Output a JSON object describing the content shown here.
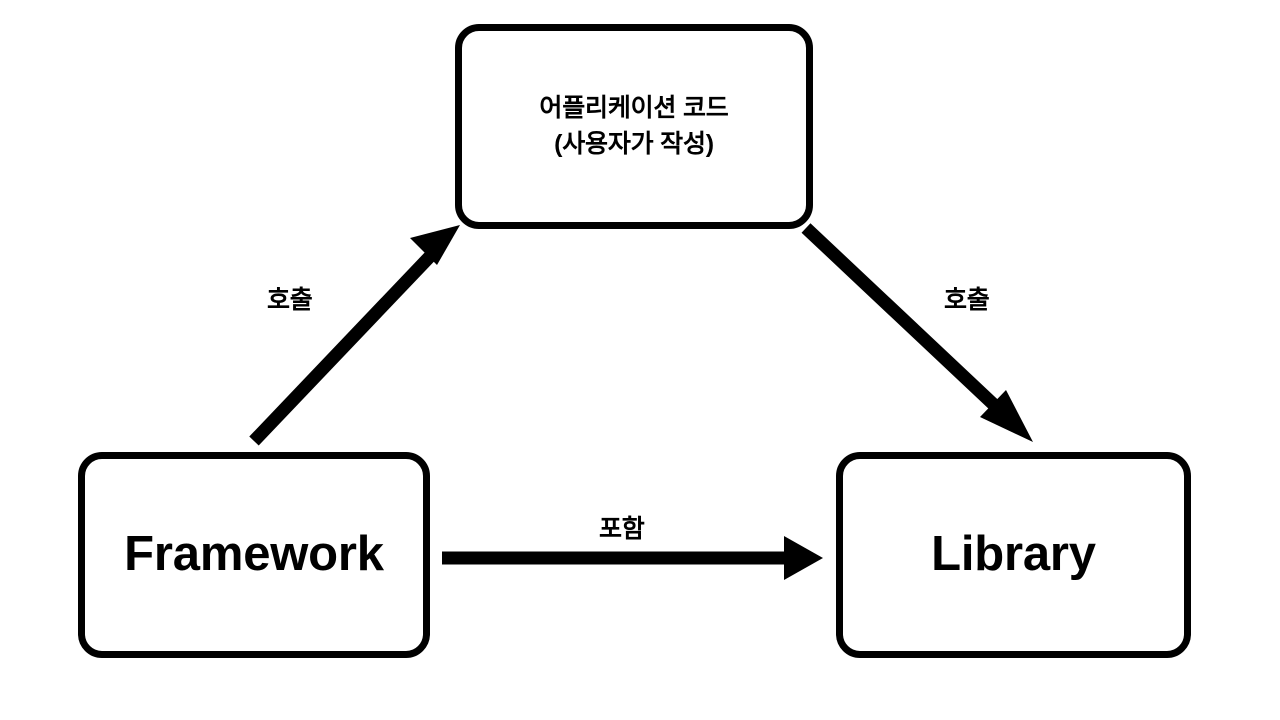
{
  "diagram": {
    "title": "Framework vs Library relationship diagram",
    "background_color": "#ffffff",
    "stroke_color": "#000000",
    "nodes": [
      {
        "id": "app-code",
        "label": "어플리케이션 코드\n(사용자가 작성)",
        "shape": "rounded-rectangle"
      },
      {
        "id": "framework",
        "label": "Framework",
        "shape": "rounded-rectangle"
      },
      {
        "id": "library",
        "label": "Library",
        "shape": "rounded-rectangle"
      }
    ],
    "edges": [
      {
        "id": "framework-to-app-code",
        "label": "호출",
        "from": "framework",
        "to": "app-code",
        "style": "solid-arrow"
      },
      {
        "id": "app-code-to-library",
        "label": "호출",
        "from": "app-code",
        "to": "library",
        "style": "solid-arrow"
      },
      {
        "id": "framework-to-library",
        "label": "포함",
        "from": "framework",
        "to": "library",
        "style": "solid-arrow"
      }
    ]
  }
}
